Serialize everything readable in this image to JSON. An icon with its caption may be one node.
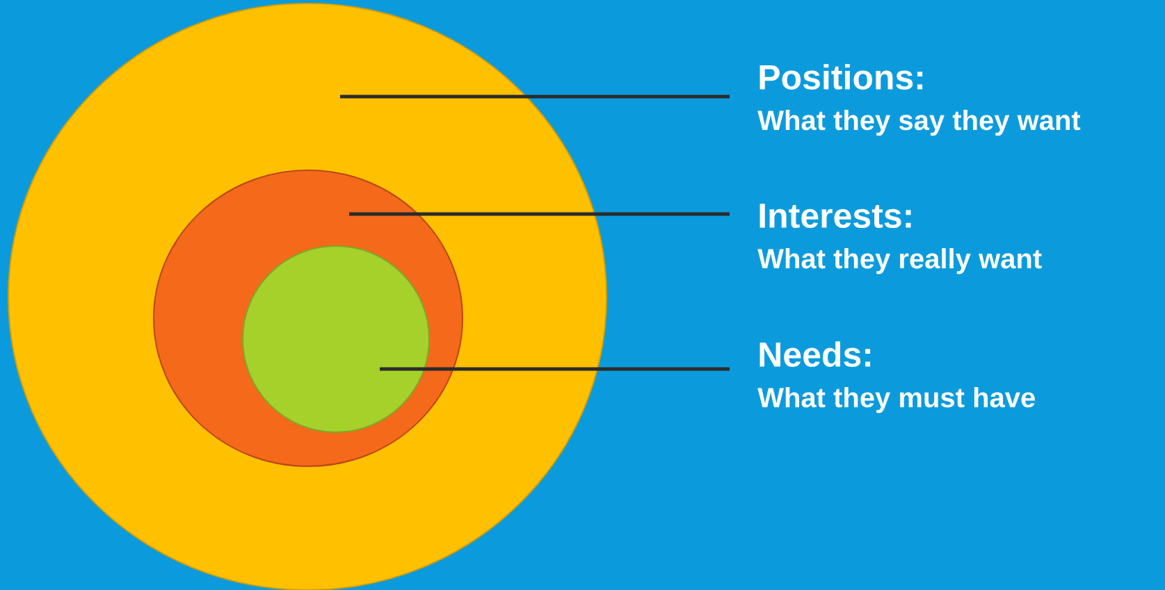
{
  "diagram": {
    "nodes": [
      {
        "text": [],
        "shape": "circle"
      },
      {
        "text": [],
        "shape": "circle",
        "in": 0
      },
      {
        "text": [],
        "shape": "circle",
        "in": 1
      },
      {
        "text": [
          "Positions:",
          "What they say they want"
        ]
      },
      {
        "text": [
          "Interests:",
          "What they really want"
        ]
      },
      {
        "text": [
          "Needs:",
          "What they must have"
        ]
      }
    ],
    "edges": [
      {
        "from": 3,
        "to": 0,
        "arrow": "none"
      },
      {
        "from": 4,
        "to": 1,
        "arrow": "none"
      },
      {
        "from": 5,
        "to": 2,
        "arrow": "none"
      }
    ]
  }
}
